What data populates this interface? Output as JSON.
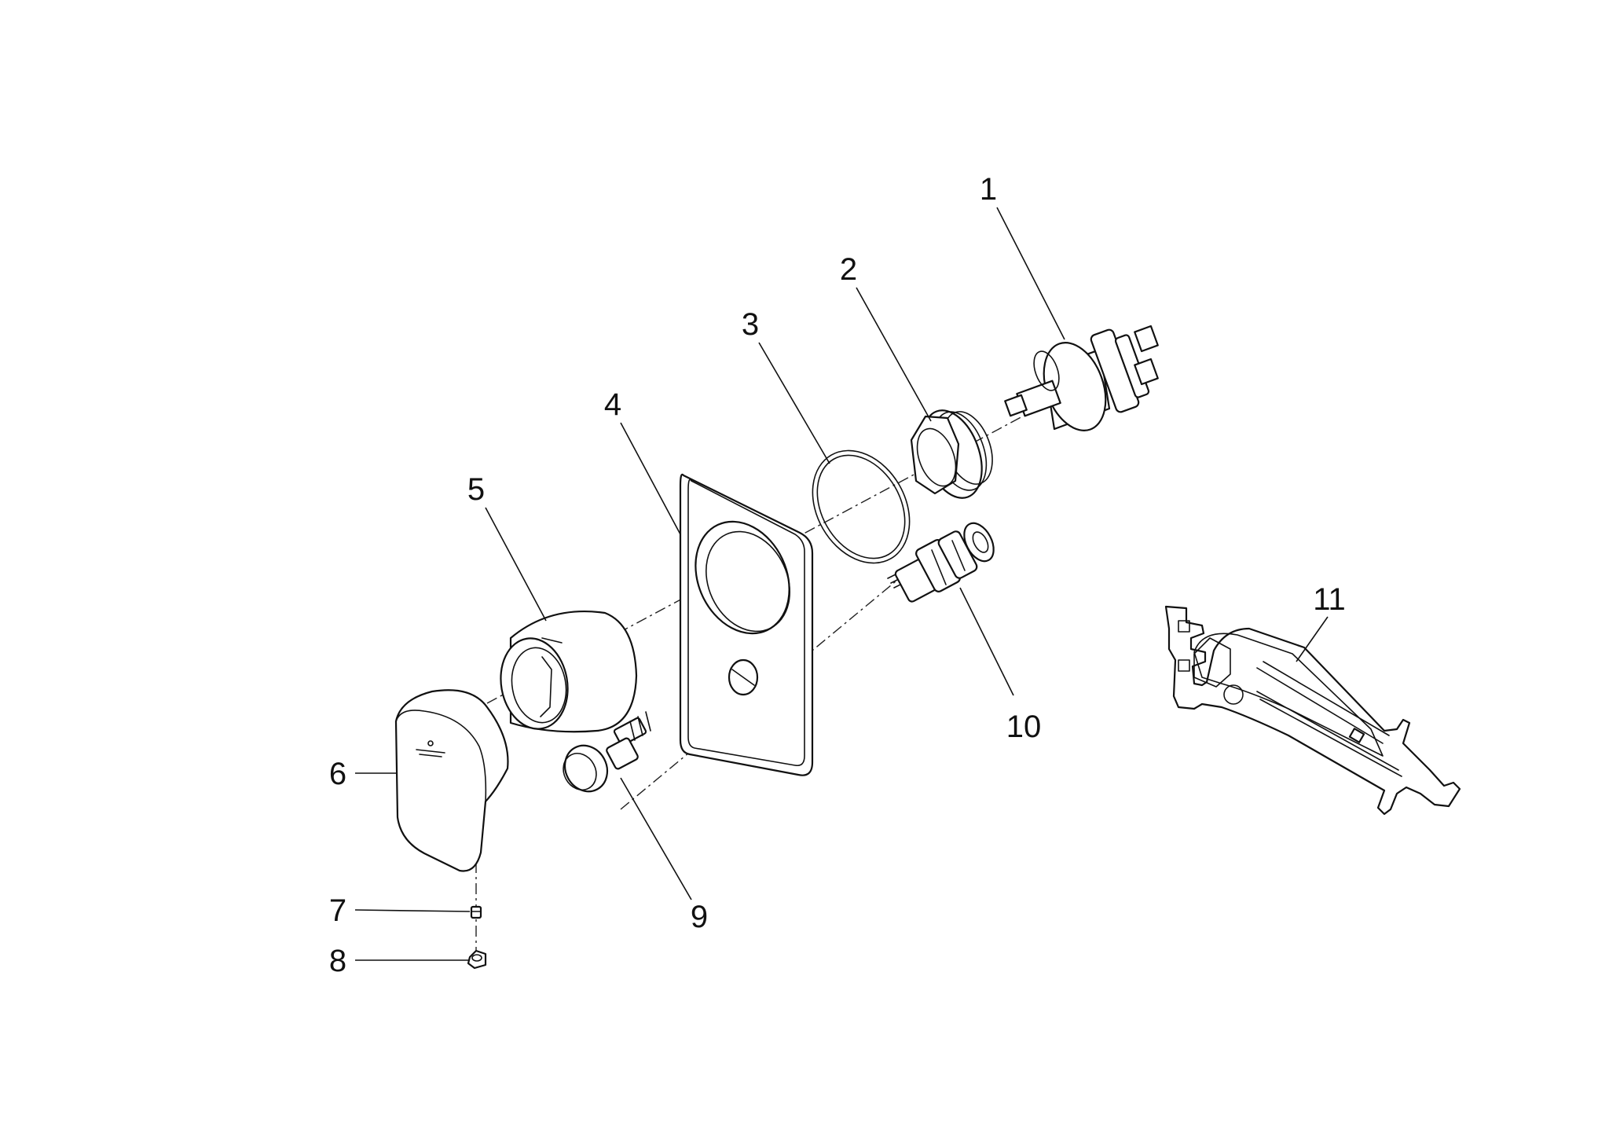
{
  "callouts": [
    {
      "id": "1",
      "label": "1"
    },
    {
      "id": "2",
      "label": "2"
    },
    {
      "id": "3",
      "label": "3"
    },
    {
      "id": "4",
      "label": "4"
    },
    {
      "id": "5",
      "label": "5"
    },
    {
      "id": "6",
      "label": "6"
    },
    {
      "id": "7",
      "label": "7"
    },
    {
      "id": "8",
      "label": "8"
    },
    {
      "id": "9",
      "label": "9"
    },
    {
      "id": "10",
      "label": "10"
    },
    {
      "id": "11",
      "label": "11"
    }
  ],
  "colors": {
    "background": "#ffffff",
    "line": "#111111"
  }
}
